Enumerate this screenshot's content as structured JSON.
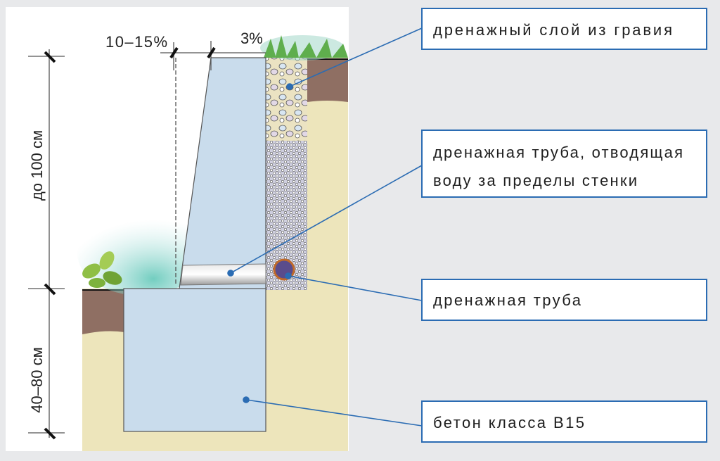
{
  "dimensions": {
    "height_top": "до 100 см",
    "height_bottom": "40–80 см",
    "slope_front": "10–15%",
    "slope_top": "3%"
  },
  "callouts": {
    "gravel": "дренажный слой из гравия",
    "pipe_through_line1": "дренажная труба, отводящая",
    "pipe_through_line2": "воду за пределы стенки",
    "drain_pipe": "дренажная труба",
    "concrete": "бетон класса B15"
  },
  "colors": {
    "accent": "#2b6cb3",
    "concrete": "#c9dcec",
    "soil": "#ede5bb",
    "topsoil": "#8f6f63"
  }
}
